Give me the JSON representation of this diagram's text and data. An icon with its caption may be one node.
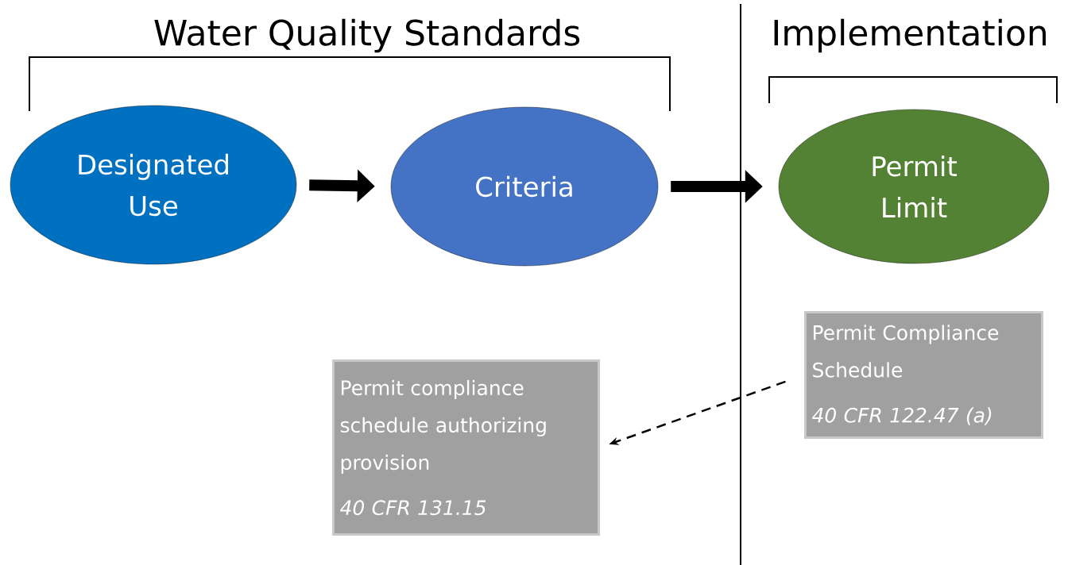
{
  "diagram": {
    "nodes": [
      {
        "text": [
          "Designated Use"
        ]
      },
      {
        "text": [
          "Criteria"
        ]
      },
      {
        "text": [
          "Permit Limit"
        ]
      },
      {
        "text": [
          "Permit Compliance Schedule",
          "40 CFR 122.47 (a)"
        ]
      },
      {
        "text": [
          "Permit compliance schedule authorizing provision",
          "40 CFR 131.15"
        ]
      }
    ],
    "edges": [
      {
        "from": 0,
        "to": 1,
        "arrow": "to"
      },
      {
        "from": 1,
        "to": 2,
        "arrow": "to"
      },
      {
        "from": 3,
        "to": 4,
        "arrow": "to",
        "style": "dashed"
      }
    ],
    "labels": [
      "Water Quality Standards",
      "Implementation"
    ]
  }
}
